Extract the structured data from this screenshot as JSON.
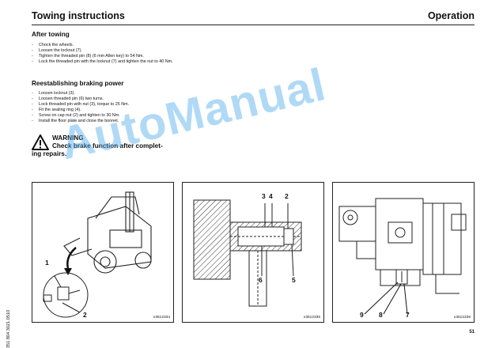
{
  "header": {
    "left_title": "Towing instructions",
    "right_title": "Operation"
  },
  "section_after_towing": {
    "title": "After towing",
    "steps": [
      "Chock the wheels.",
      "Loosen the locknut (7).",
      "Tighten the threaded pin (8) (6 mm Allen key) to 54 Nm.",
      "Lock the threaded pin with the locknut (7) and tighten the nut to 40 Nm."
    ]
  },
  "section_braking": {
    "title": "Reestablishing braking power",
    "steps": [
      "Loosen locknut (3).",
      "Loosen threaded pin (6) two turns.",
      "Lock threaded pin with nut (3), torque to 25 Nm.",
      "Fit the sealing ring (4).",
      "Screw on cap nut (2) and tighten to 30 Nm.",
      "Install the floor plate and close the bonnet."
    ]
  },
  "warning": {
    "title": "WARNING",
    "text_line1": "Check brake function after complet-",
    "text_line2": "ing repairs."
  },
  "side_code": "351 804 3021.0510",
  "figures": [
    {
      "code": "x3512334",
      "callouts": [
        "1",
        "2"
      ]
    },
    {
      "code": "x3512335",
      "callouts": [
        "3",
        "4",
        "2",
        "6",
        "5"
      ]
    },
    {
      "code": "x3512336",
      "callouts": [
        "9",
        "8",
        "7"
      ]
    }
  ],
  "page_number": "51",
  "watermark": "AutoManual",
  "colors": {
    "watermark": "#50aaeb",
    "ink": "#111111"
  }
}
